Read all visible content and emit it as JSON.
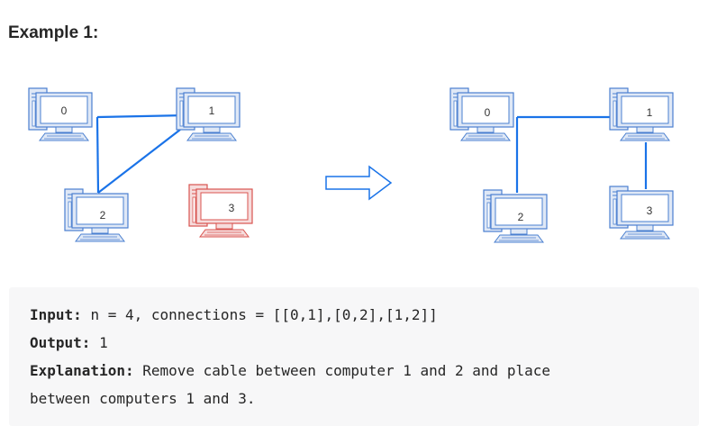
{
  "heading": "Example 1:",
  "before": {
    "computers": [
      {
        "label": "0",
        "status": "connected"
      },
      {
        "label": "1",
        "status": "connected"
      },
      {
        "label": "2",
        "status": "connected"
      },
      {
        "label": "3",
        "status": "disconnected"
      }
    ],
    "cables": [
      [
        "0",
        "1"
      ],
      [
        "0",
        "2"
      ],
      [
        "1",
        "2"
      ]
    ]
  },
  "after": {
    "computers": [
      {
        "label": "0",
        "status": "connected"
      },
      {
        "label": "1",
        "status": "connected"
      },
      {
        "label": "2",
        "status": "connected"
      },
      {
        "label": "3",
        "status": "connected"
      }
    ],
    "cables": [
      [
        "0",
        "1"
      ],
      [
        "0",
        "2"
      ],
      [
        "1",
        "3"
      ]
    ]
  },
  "colors": {
    "cable": "#1a73e8",
    "computer_outline": "#4a7fd0",
    "computer_fill": "#dfe8f6",
    "disconnected_outline": "#d9534f",
    "disconnected_fill": "#f6dcdc",
    "arrow": "#1a73e8"
  },
  "arrow_icon": "right-arrow-icon",
  "example": {
    "input_label": "Input:",
    "input_value": "n = 4, connections = [[0,1],[0,2],[1,2]]",
    "output_label": "Output:",
    "output_value": "1",
    "explanation_label": "Explanation:",
    "explanation_line1": "Remove cable between computer 1 and 2 and place",
    "explanation_line2": "between computers 1 and 3."
  }
}
